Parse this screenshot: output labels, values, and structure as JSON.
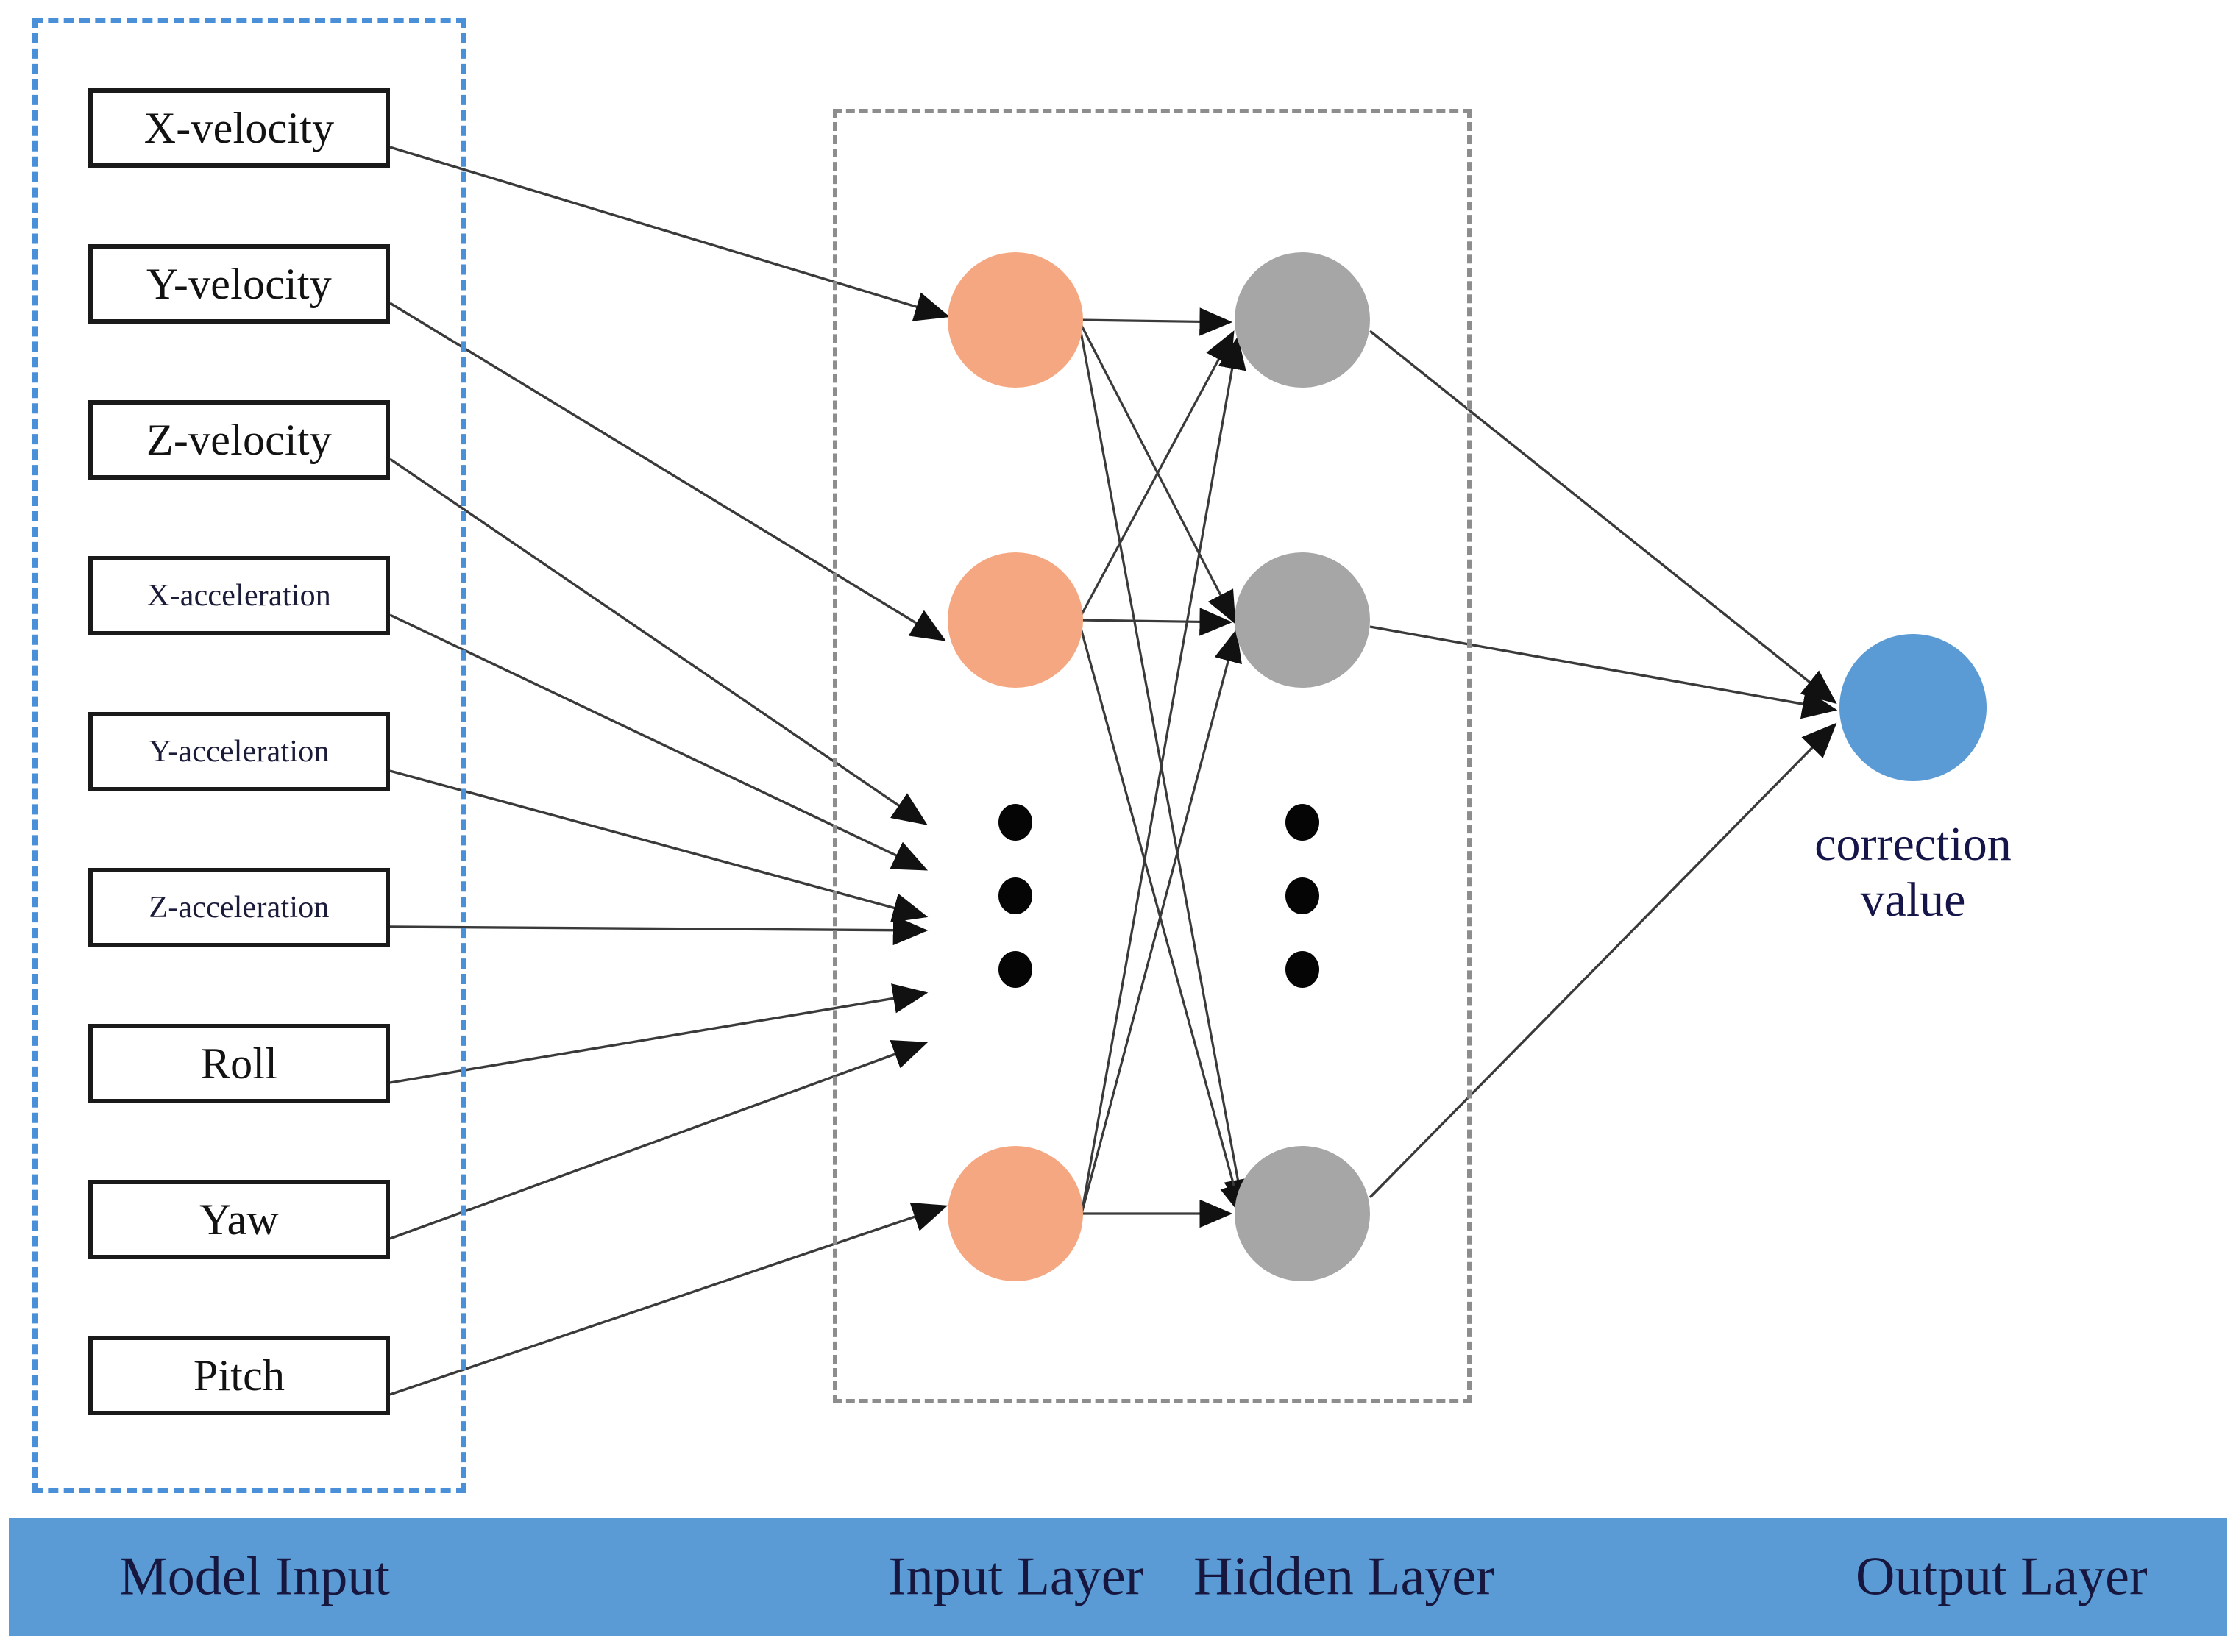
{
  "diagram": {
    "title": "Neural network correction model architecture",
    "colors": {
      "input_region_border": "#4a90d9",
      "layer_region_border": "#8d8d8d",
      "input_node": "#f5a781",
      "hidden_node": "#a6a6a6",
      "output_node": "#5b9bd5",
      "banner_bg": "#5b9bd5",
      "banner_text": "#16163f",
      "edge": "#3a3a3a",
      "box_border": "#1a1a1a"
    }
  },
  "model_input": {
    "features": [
      {
        "label": "X-velocity",
        "size": "big"
      },
      {
        "label": "Y-velocity",
        "size": "big"
      },
      {
        "label": "Z-velocity",
        "size": "big"
      },
      {
        "label": "X-acceleration",
        "size": "small"
      },
      {
        "label": "Y-acceleration",
        "size": "small"
      },
      {
        "label": "Z-acceleration",
        "size": "small"
      },
      {
        "label": "Roll",
        "size": "big"
      },
      {
        "label": "Yaw",
        "size": "big"
      },
      {
        "label": "Pitch",
        "size": "big"
      }
    ]
  },
  "network": {
    "input_layer": {
      "visible_nodes": 3,
      "ellipsis_dots": 3
    },
    "hidden_layer": {
      "visible_nodes": 3,
      "ellipsis_dots": 3
    },
    "output_layer": {
      "visible_nodes": 1
    }
  },
  "output": {
    "caption_line1": "correction",
    "caption_line2": "value"
  },
  "banner": {
    "model_input": "Model Input",
    "input_layer": "Input Layer",
    "hidden_layer": "Hidden Layer",
    "output_layer": "Output Layer"
  }
}
